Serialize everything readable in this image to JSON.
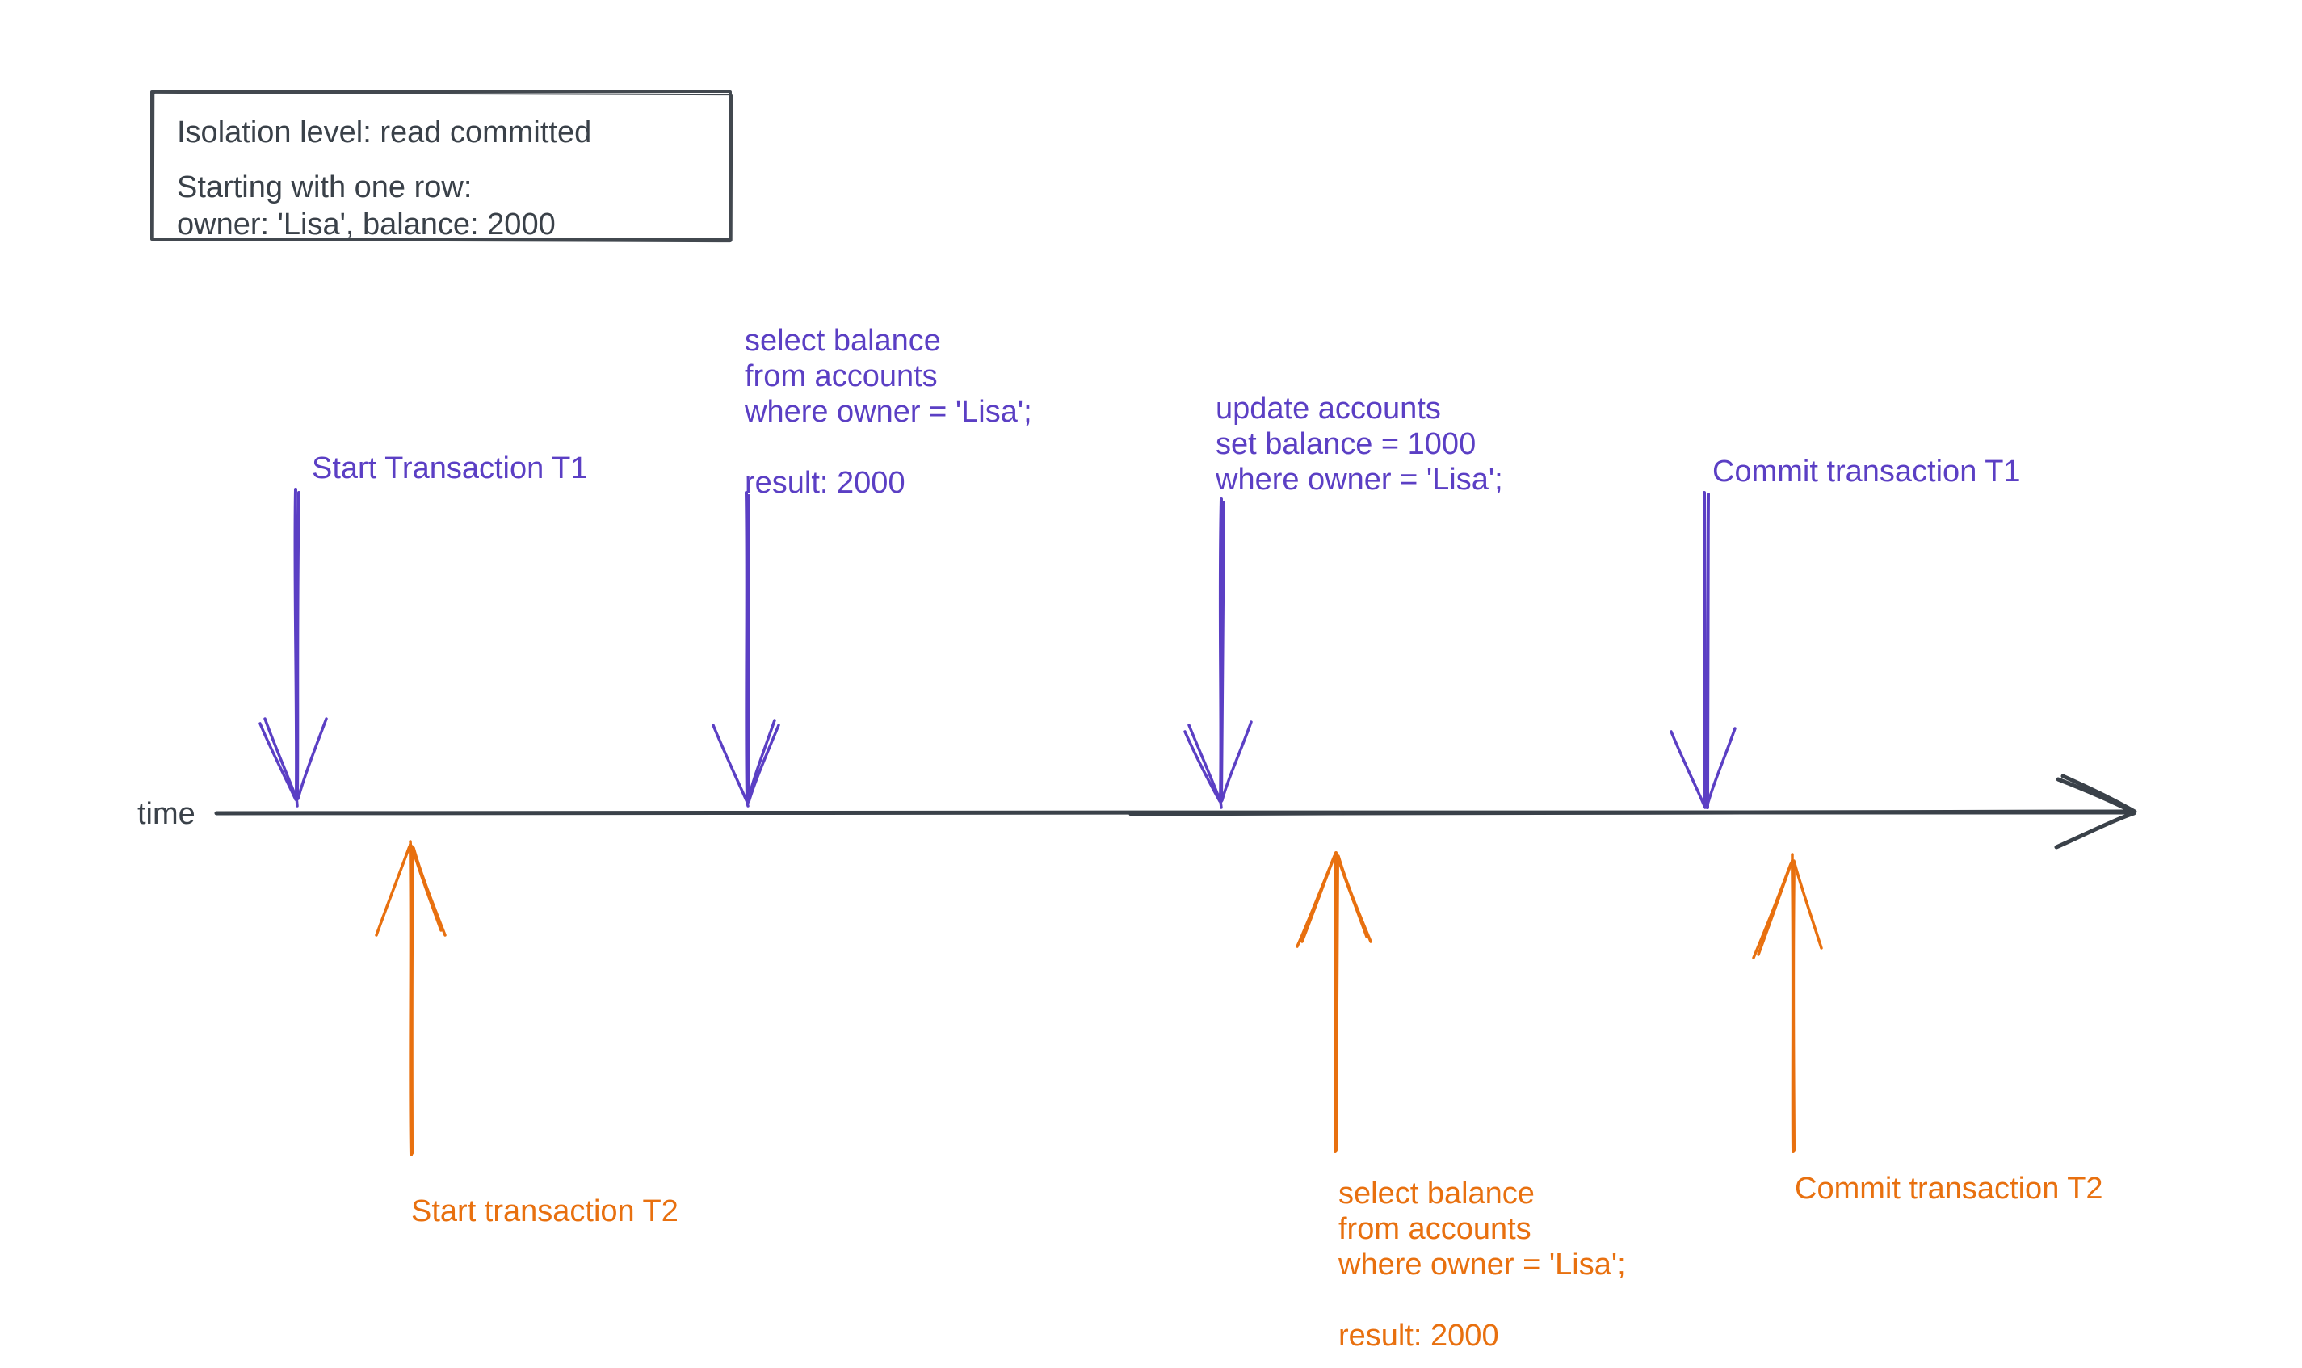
{
  "colors": {
    "t1": "#5b3fc4",
    "t2": "#e8700f",
    "ink": "#3a4149",
    "line": "#42484f"
  },
  "note_box": {
    "line1": "Isolation level: read committed",
    "line2": "Starting with one row:",
    "line3": "owner: 'Lisa', balance: 2000"
  },
  "timeline": {
    "label": "time"
  },
  "t1": {
    "start_label": "Start Transaction T1",
    "select_query": [
      "select balance",
      "from accounts",
      "where owner = 'Lisa';"
    ],
    "select_result": "result: 2000",
    "update_query": [
      "update accounts",
      "set balance = 1000",
      "where owner = 'Lisa';"
    ],
    "commit_label": "Commit transaction T1"
  },
  "t2": {
    "start_label": "Start transaction T2",
    "select_query": [
      "select balance",
      "from accounts",
      "where owner = 'Lisa';"
    ],
    "select_result": "result: 2000",
    "commit_label": "Commit transaction T2"
  }
}
